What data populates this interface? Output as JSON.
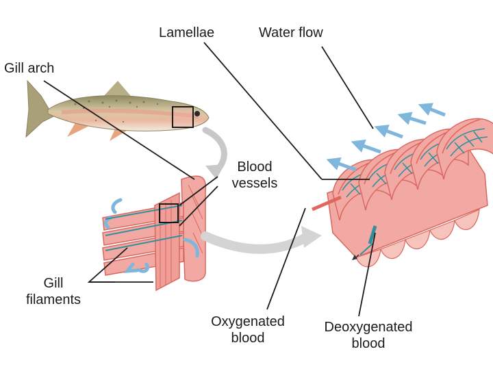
{
  "labels": {
    "lamellae": "Lamellae",
    "water_flow": "Water flow",
    "gill_arch": "Gill arch",
    "blood_vessels_1": "Blood",
    "blood_vessels_2": "vessels",
    "gill_filaments_1": "Gill",
    "gill_filaments_2": "filaments",
    "oxygenated_1": "Oxygenated",
    "oxygenated_2": "blood",
    "deoxygenated_1": "Deoxygenated",
    "deoxygenated_2": "blood"
  },
  "colors": {
    "gill_pink": "#f2a9a3",
    "gill_dark": "#d9675e",
    "water_blue": "#7fb6dc",
    "vessel_teal": "#2f8f9c",
    "arrow_gray": "#c8c8c8",
    "line": "#1a1a1a"
  }
}
